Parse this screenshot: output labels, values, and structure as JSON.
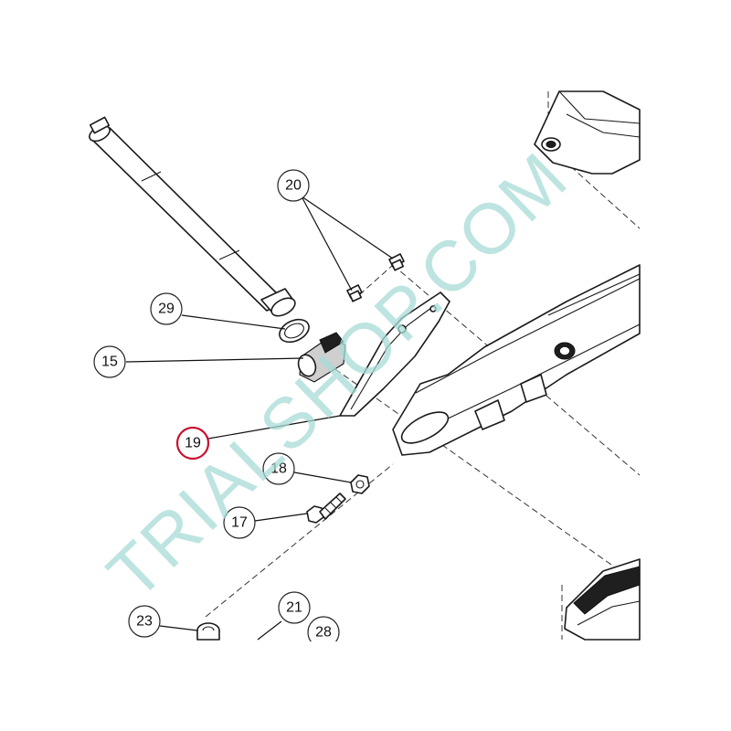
{
  "watermark": "TRIALSHOP.COM",
  "highlight_color": "#c8102e",
  "watermark_color": "#a8dcd6",
  "callouts": [
    {
      "id": "c20",
      "label": "20"
    },
    {
      "id": "c29",
      "label": "29"
    },
    {
      "id": "c15",
      "label": "15"
    },
    {
      "id": "c19",
      "label": "19",
      "highlighted": true
    },
    {
      "id": "c18",
      "label": "18"
    },
    {
      "id": "c17",
      "label": "17"
    },
    {
      "id": "c23",
      "label": "23"
    },
    {
      "id": "c21",
      "label": "21"
    },
    {
      "id": "c28",
      "label": "28"
    }
  ]
}
